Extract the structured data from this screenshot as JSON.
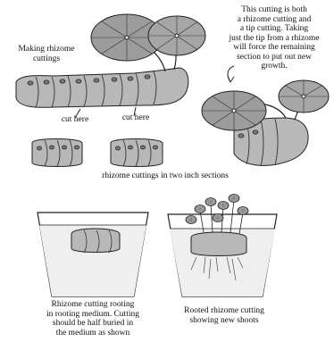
{
  "labels": {
    "making": [
      "Making rhizome",
      "cuttings"
    ],
    "tip_note": [
      "This cutting is both",
      "a rhizome cutting and",
      "a tip cutting.  Taking",
      "just the tip from a rhizome",
      "will force the remaining",
      "section to put out new",
      "growth."
    ],
    "cut_left": "cut here",
    "cut_right": "cut here",
    "sections": "rhizome cuttings in two inch sections",
    "rooting": [
      "Rhizome cutting rooting",
      "in rooting medium.  Cutting",
      "should be half buried in",
      "the medium as shown"
    ],
    "rooted": [
      "Rooted rhizome cutting",
      "showing new shoots"
    ]
  }
}
